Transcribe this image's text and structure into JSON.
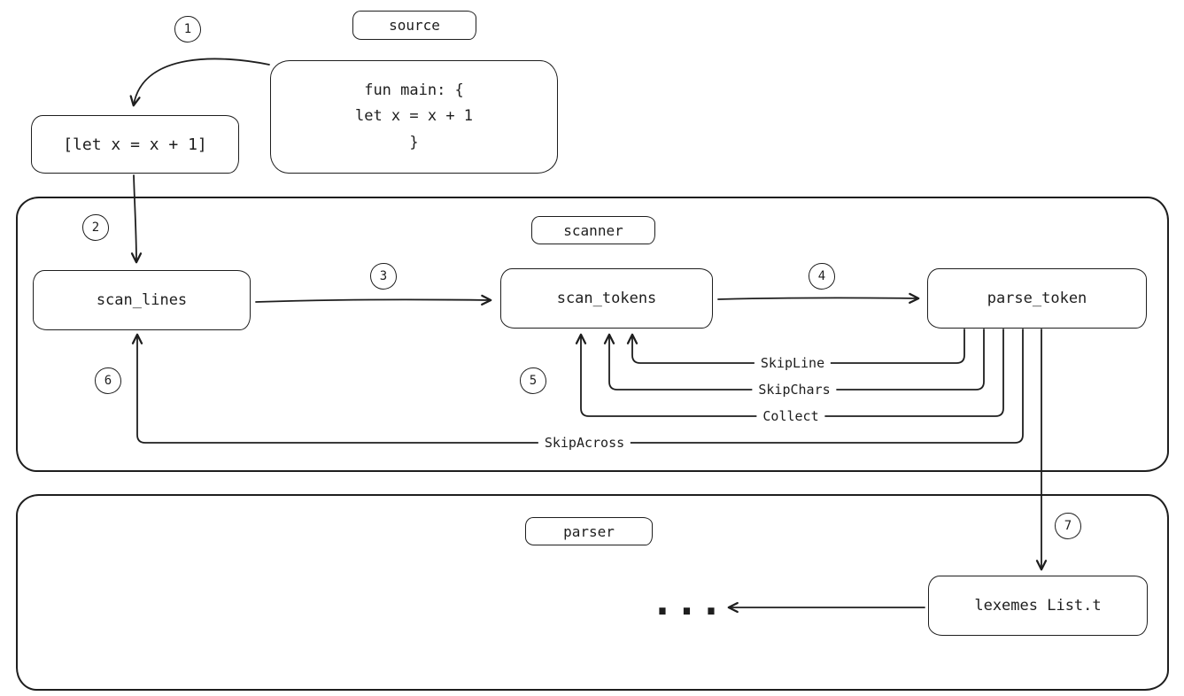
{
  "colors": {
    "stroke": "#1e1e1e",
    "background": "#ffffff"
  },
  "source": {
    "label": "source",
    "code_lines": [
      "fun main: {",
      "let x = x + 1",
      "}"
    ],
    "line_token": "[let x = x + 1]"
  },
  "scanner": {
    "label": "scanner",
    "nodes": {
      "scan_lines": "scan_lines",
      "scan_tokens": "scan_tokens",
      "parse_token": "parse_token"
    },
    "return_labels": [
      "SkipLine",
      "SkipChars",
      "Collect",
      "SkipAcross"
    ]
  },
  "parser": {
    "label": "parser",
    "lexemes_label": "lexemes List.t",
    "ellipsis": "..."
  },
  "steps": [
    "1",
    "2",
    "3",
    "4",
    "5",
    "6",
    "7"
  ]
}
